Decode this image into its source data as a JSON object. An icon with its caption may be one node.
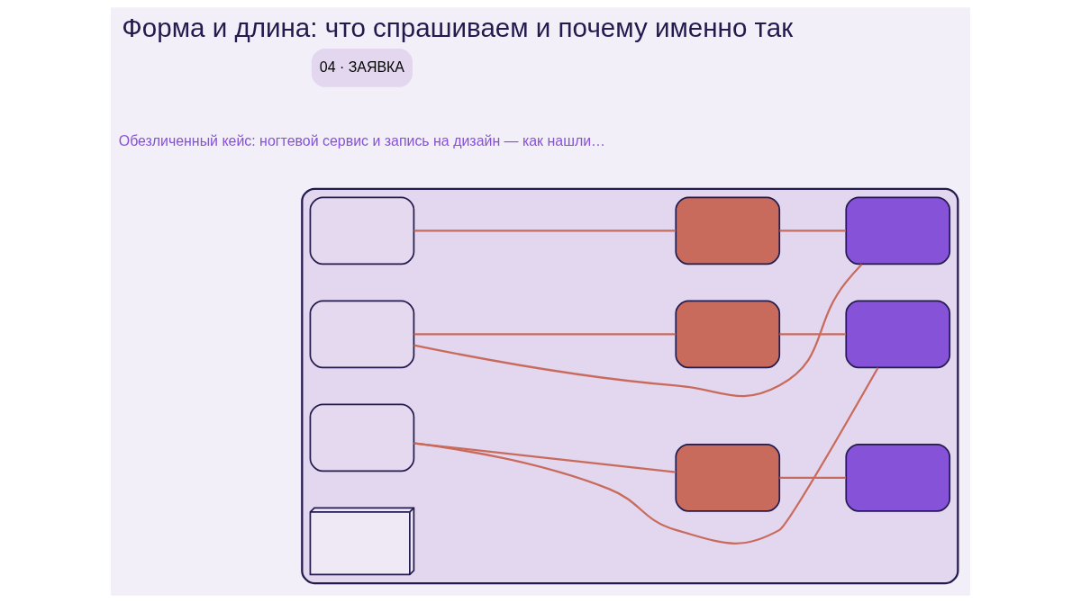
{
  "diagram": {
    "title": "Форма и длина: что спрашиваем и почему именно так",
    "nodes": [
      {
        "text": [],
        "shape": "box"
      },
      {
        "text": [],
        "shape": "box",
        "in": 0
      },
      {
        "text": [],
        "shape": "box",
        "in": 0
      },
      {
        "text": [],
        "shape": "box",
        "in": 0
      },
      {
        "text": [],
        "shape": "box",
        "in": 0
      },
      {
        "text": [],
        "shape": "box",
        "in": 0
      },
      {
        "text": [],
        "shape": "box",
        "in": 0
      },
      {
        "text": [],
        "shape": "box",
        "in": 0
      },
      {
        "text": [],
        "shape": "box",
        "in": 0
      },
      {
        "text": [],
        "shape": "box",
        "in": 0
      },
      {
        "text": [],
        "shape": "picture",
        "in": 0
      }
    ],
    "edges": [
      {
        "from": 1,
        "to": 2,
        "arrow": "none"
      },
      {
        "from": 2,
        "to": 3,
        "arrow": "none"
      },
      {
        "from": 4,
        "to": 5,
        "arrow": "none"
      },
      {
        "from": 5,
        "to": 6,
        "arrow": "none"
      },
      {
        "from": 4,
        "to": 3,
        "arrow": "none"
      },
      {
        "from": 7,
        "to": 8,
        "arrow": "none"
      },
      {
        "from": 8,
        "to": 9,
        "arrow": "none"
      },
      {
        "from": 7,
        "to": 6,
        "arrow": "none"
      }
    ],
    "labels": [
      "04 · ЗАЯВКА",
      "Обезличенный кейс: ногтевой сервис и запись на дизайн — как нашли…"
    ]
  }
}
